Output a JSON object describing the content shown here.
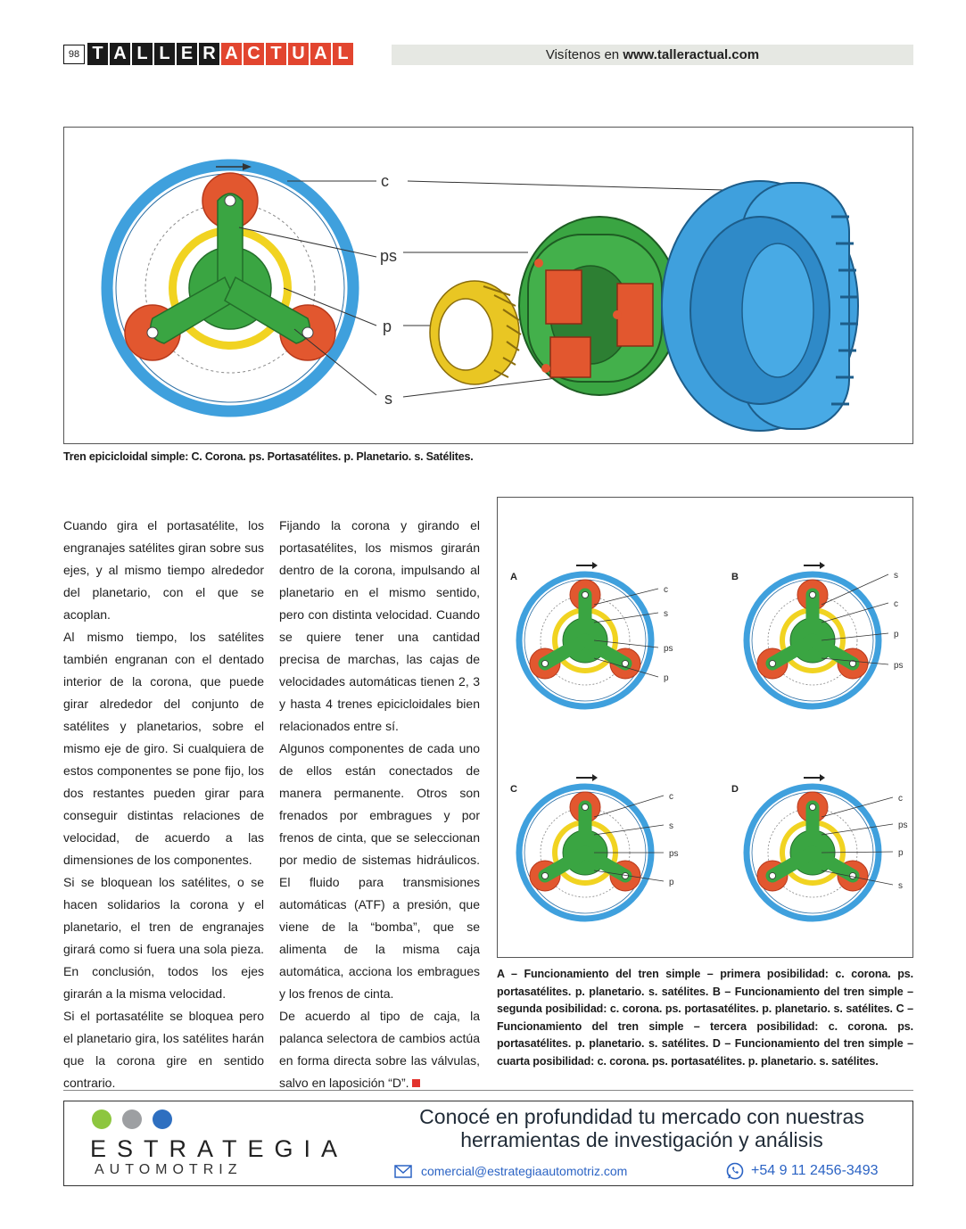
{
  "header": {
    "page_number": "98",
    "brand_dark": [
      "T",
      "A",
      "L",
      "L",
      "E",
      "R"
    ],
    "brand_red": [
      "A",
      "C",
      "T",
      "U",
      "A",
      "L"
    ],
    "visit_text": "Visítenos en",
    "visit_url": "www.talleractual.com"
  },
  "figure_top": {
    "labels": {
      "c": "c",
      "ps": "ps",
      "p": "p",
      "s": "s"
    },
    "caption": "Tren epicicloidal simple: C. Corona. ps. Portasatélites. p. Planetario. s. Satélites."
  },
  "article": {
    "col1": [
      "Cuando gira el portasatélite, los engranajes satélites giran sobre sus ejes, y al mismo tiempo alrededor del planetario, con el que se acoplan.",
      "Al mismo tiempo, los satélites también engranan con el dentado interior de la corona, que puede girar alrededor del conjunto de satélites y planetarios, sobre el mismo eje de giro. Si cualquiera de estos componentes se pone fijo, los dos restantes pueden girar para conseguir distintas relaciones de velocidad, de acuerdo a las dimensiones de los componentes.",
      "Si se bloquean los satélites, o se hacen solidarios la corona y el planetario, el tren de engranajes girará como si fuera una sola pieza. En conclusión, todos los ejes girarán a la misma velocidad.",
      "Si el portasatélite se bloquea pero el planetario gira, los satélites harán que la corona gire en sentido contrario."
    ],
    "col2": [
      "Fijando la corona y girando el portasatélites, los mismos girarán dentro de la corona, impulsando al planetario en el mismo sentido, pero con distinta velocidad. Cuando se quiere tener una cantidad precisa de marchas, las cajas de velocidades automáticas tienen 2, 3 y hasta 4 trenes epicicloidales bien relacionados entre sí.",
      "Algunos componentes de cada uno de ellos están conectados de manera permanente. Otros son frenados por embragues y por frenos de cinta, que se seleccionan por medio de sistemas hidráulicos. El fluido para transmisiones automáticas (ATF) a presión, que viene de la “bomba”, que se alimenta de la misma caja automática, acciona los embragues y los frenos de cinta.",
      "De acuerdo al tipo de caja, la palanca selectora de cambios actúa en forma directa sobre las válvulas, salvo en laposición “D”."
    ]
  },
  "figure_side": {
    "panels": [
      {
        "letter": "A",
        "labels": [
          "c",
          "s",
          "ps",
          "p"
        ]
      },
      {
        "letter": "B",
        "labels": [
          "s",
          "c",
          "p",
          "ps"
        ]
      },
      {
        "letter": "C",
        "labels": [
          "c",
          "s",
          "ps",
          "p"
        ]
      },
      {
        "letter": "D",
        "labels": [
          "c",
          "ps",
          "p",
          "s"
        ]
      }
    ],
    "caption": "A – Funcionamiento del tren simple – primera posibilidad: c. corona. ps. portasatélites. p. planetario. s. satélites. B – Funcionamiento del tren simple – segunda posibilidad: c. corona. ps. portasatélites. p. planetario. s. satélites. C – Funcionamiento del tren simple – tercera posibilidad: c. corona. ps. portasatélites. p. planetario. s. satélites. D – Funcionamiento del tren simple – cuarta posibilidad: c. corona. ps. portasatélites. p. planetario. s. satélites."
  },
  "ad": {
    "logo": "ESTRATEGIA",
    "logo_sub": "AUTOMOTRIZ",
    "dot_colors": [
      "#8dc63f",
      "#9d9fa2",
      "#2e6fc0"
    ],
    "headline_1": "Conocé en profundidad tu mercado con nuestras",
    "headline_2": "herramientas de investigación y análisis",
    "email": "comercial@estrategiaautomotriz.com",
    "phone": "+54 9 11 2456-3493"
  },
  "colors": {
    "ring_blue": "#3fa0dd",
    "carrier_green": "#3aa542",
    "planet_orange": "#e2572f",
    "sun_yellow": "#f1d321",
    "brand_red": "#e2452f"
  }
}
